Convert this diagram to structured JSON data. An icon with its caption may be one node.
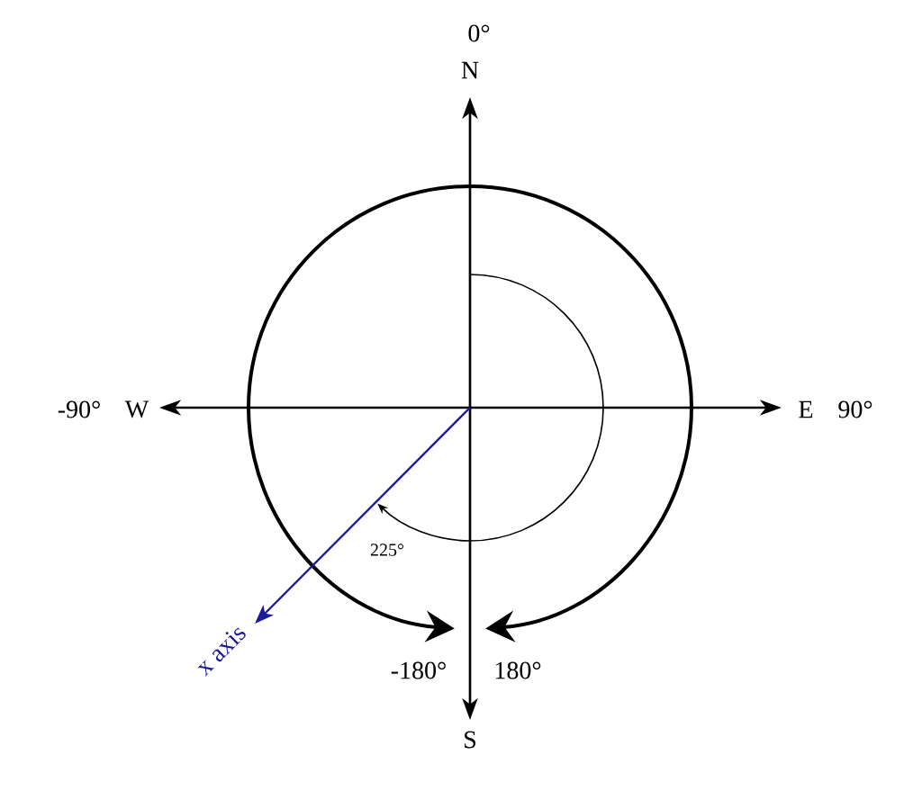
{
  "diagram": {
    "labels": [
      "0°",
      "N",
      "-90°",
      "W",
      "E",
      "90°",
      "225°",
      "x axis",
      "-180°",
      "180°",
      "S"
    ]
  }
}
